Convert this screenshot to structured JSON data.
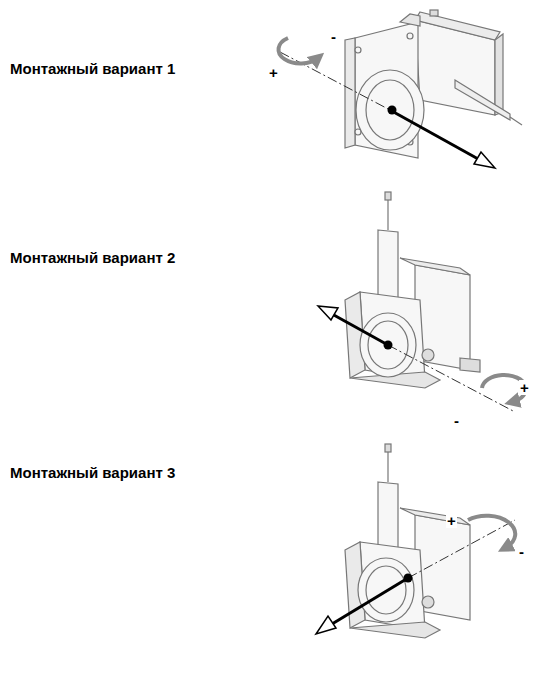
{
  "diagram": {
    "labels": [
      "Монтажный вариант 1",
      "-",
      "+",
      "Монтажный вариант 2",
      "+",
      "-",
      "Монтажный вариант 3",
      "+",
      "-"
    ]
  }
}
